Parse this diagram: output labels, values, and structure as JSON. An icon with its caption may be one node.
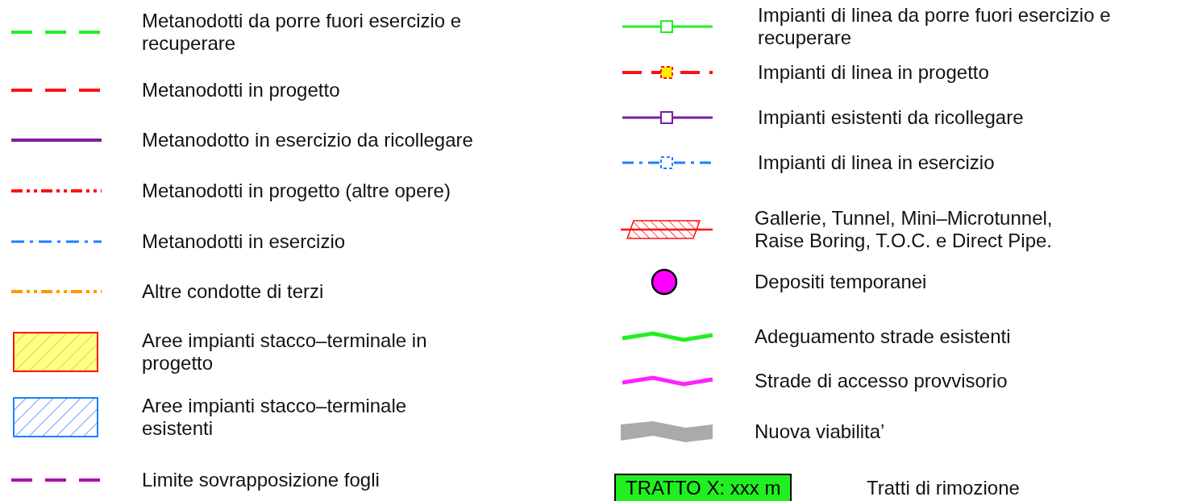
{
  "diagram": {
    "legend": [
      {
        "text": "Metanodotti da porre fuori esercizio e recuperare"
      },
      {
        "text": "Metanodotti in progetto"
      },
      {
        "text": "Metanodotto in esercizio da ricollegare"
      },
      {
        "text": "Metanodotti in progetto (altre opere)"
      },
      {
        "text": "Metanodotti in esercizio"
      },
      {
        "text": "Altre condotte di terzi"
      },
      {
        "text": "Aree impianti stacco–terminale in progetto"
      },
      {
        "text": "Aree impianti stacco–terminale esistenti"
      },
      {
        "text": "Limite sovrapposizione fogli"
      },
      {
        "text": "Impianti di linea da porre fuori esercizio e recuperare"
      },
      {
        "text": "Impianti di linea in progetto"
      },
      {
        "text": "Impianti esistenti da ricollegare"
      },
      {
        "text": "Impianti di linea in esercizio"
      },
      {
        "text": "Gallerie, Tunnel, Mini–Microtunnel, Raise Boring, T.O.C. e Direct Pipe."
      },
      {
        "text": "Depositi temporanei"
      },
      {
        "text": "Adeguamento strade esistenti"
      },
      {
        "text": "Strade di accesso provvisorio"
      },
      {
        "text": "Nuova viabilita’"
      },
      {
        "text": "Tratti di rimozione"
      }
    ],
    "labels": [
      "TRATTO X:  xxx m"
    ]
  }
}
